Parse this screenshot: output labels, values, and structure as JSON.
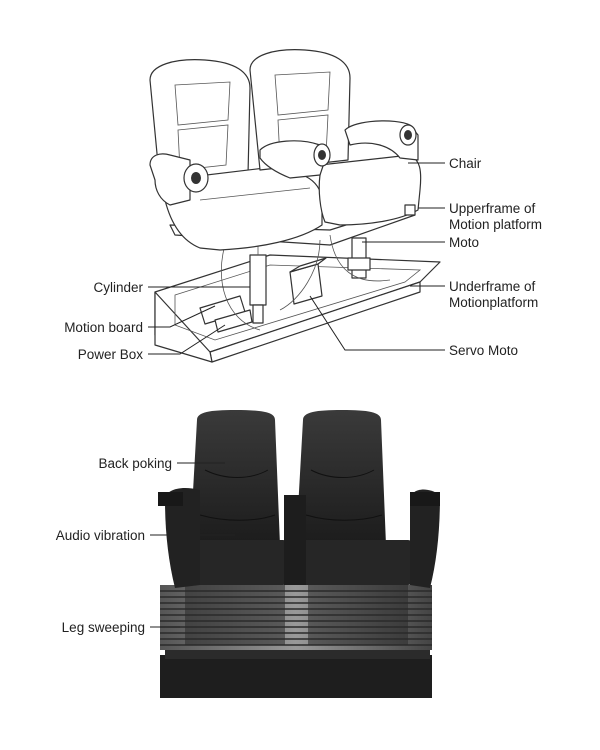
{
  "top_diagram": {
    "labels": {
      "chair": "Chair",
      "upperframe_line1": "Upperframe of",
      "upperframe_line2": "Motion platform",
      "moto": "Moto",
      "underframe_line1": "Underframe of",
      "underframe_line2": "Motionplatform",
      "servo_moto": "Servo Moto",
      "cylinder": "Cylinder",
      "motion_board": "Motion board",
      "power_box": "Power Box"
    }
  },
  "bottom_photo": {
    "labels": {
      "back_poking": "Back poking",
      "audio_vibration": "Audio vibration",
      "leg_sweeping": "Leg sweeping"
    }
  },
  "colors": {
    "seat_leather": "#2a2a2a",
    "base_black": "#1e1e1e",
    "line": "#222222"
  }
}
